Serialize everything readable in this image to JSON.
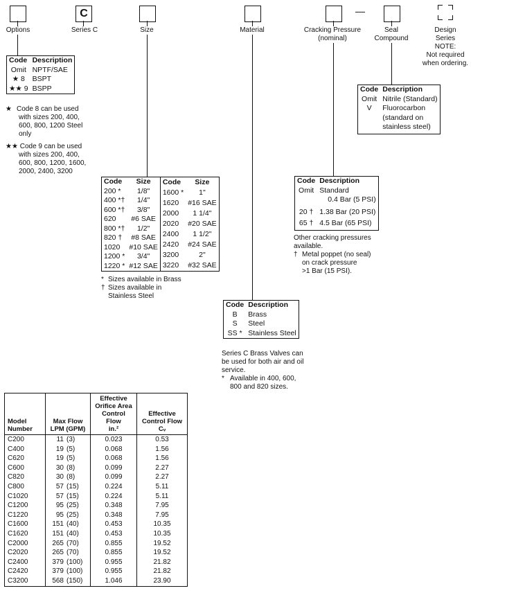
{
  "header": {
    "options_label": "Options",
    "series_label": "Series C",
    "series_value": "C",
    "size_label": "Size",
    "material_label": "Material",
    "cracking_label_1": "Cracking Pressure",
    "cracking_label_2": "(nominal)",
    "dash": "—",
    "seal_label_1": "Seal",
    "seal_label_2": "Compound",
    "design_label_1": "Design",
    "design_label_2": "Series",
    "design_note_1": "NOTE:",
    "design_note_2": "Not required",
    "design_note_3": "when ordering."
  },
  "options_table": {
    "col_code": "Code",
    "col_desc": "Description",
    "rows": [
      {
        "code": "Omit",
        "desc": "NPTF/SAE"
      },
      {
        "code": "★ 8",
        "desc": "BSPT"
      },
      {
        "code": "★★ 9",
        "desc": "BSPP"
      }
    ],
    "note1_mark": "★",
    "note1_lines": [
      "Code 8 can be used",
      "with sizes 200, 400,",
      "600, 800, 1200 Steel",
      "only"
    ],
    "note2_mark": "★★",
    "note2_lines": [
      "Code 9 can be used",
      "with sizes 200, 400,",
      "600, 800, 1200, 1600,",
      "2000, 2400, 3200"
    ]
  },
  "size_table": {
    "col_code": "Code",
    "col_size": "Size",
    "left": [
      {
        "code": "200 *",
        "size": "1/8\""
      },
      {
        "code": "400 *†",
        "size": "1/4\""
      },
      {
        "code": "600 *†",
        "size": "3/8\""
      },
      {
        "code": "620",
        "size": "#6 SAE"
      },
      {
        "code": "800 *†",
        "size": "1/2\""
      },
      {
        "code": "820 †",
        "size": "#8 SAE"
      },
      {
        "code": "1020",
        "size": "#10 SAE"
      },
      {
        "code": "1200 *",
        "size": "3/4\""
      },
      {
        "code": "1220 *",
        "size": "#12 SAE"
      }
    ],
    "right": [
      {
        "code": "1600 *",
        "size": "1\""
      },
      {
        "code": "1620",
        "size": "#16 SAE"
      },
      {
        "code": "2000",
        "size": "1 1/4\""
      },
      {
        "code": "2020",
        "size": "#20 SAE"
      },
      {
        "code": "2400",
        "size": "1 1/2\""
      },
      {
        "code": "2420",
        "size": "#24 SAE"
      },
      {
        "code": "3200",
        "size": "2\""
      },
      {
        "code": "3220",
        "size": "#32 SAE"
      }
    ],
    "note1_mark": "*",
    "note1": "Sizes available in Brass",
    "note2_mark": "†",
    "note2_line1": "Sizes available in",
    "note2_line2": "Stainless Steel"
  },
  "material_table": {
    "col_code": "Code",
    "col_desc": "Description",
    "rows": [
      {
        "code": "B",
        "desc": "Brass"
      },
      {
        "code": "S",
        "desc": "Steel"
      },
      {
        "code": "SS *",
        "desc": "Stainless Steel"
      }
    ],
    "note_lines": [
      "Series C Brass Valves can",
      "be used for both air and oil",
      "service."
    ],
    "note2_mark": "*",
    "note2_lines": [
      "Available in 400, 600,",
      "800 and 820 sizes."
    ]
  },
  "cracking_table": {
    "col_code": "Code",
    "col_desc": "Description",
    "rows": [
      {
        "code": "Omit",
        "desc": "Standard",
        "desc2": "0.4 Bar  (5 PSI)"
      },
      {
        "code": "20 †",
        "desc": "1.38 Bar (20 PSI)",
        "desc2": ""
      },
      {
        "code": "65 †",
        "desc": "4.5 Bar  (65 PSI)",
        "desc2": ""
      }
    ],
    "note_lines": [
      "Other cracking pressures",
      "available."
    ],
    "note2_mark": "†",
    "note2_lines": [
      "Metal poppet (no seal)",
      "on crack pressure",
      ">1 Bar (15 PSI)."
    ]
  },
  "seal_table": {
    "col_code": "Code",
    "col_desc": "Description",
    "rows": [
      {
        "code": "Omit",
        "desc_lines": [
          "Nitrile (Standard)"
        ]
      },
      {
        "code": "V",
        "desc_lines": [
          "Fluorocarbon",
          "(standard on",
          "stainless steel)"
        ]
      }
    ]
  },
  "flow_table": {
    "headers": {
      "model": [
        "Model",
        "Number"
      ],
      "maxflow": [
        "Max Flow",
        "LPM (GPM)"
      ],
      "orifice": [
        "Effective",
        "Orifice Area",
        "Control Flow",
        "in.²"
      ],
      "cv": [
        "Effective",
        "Control Flow",
        "Cᵥ"
      ]
    },
    "rows": [
      {
        "model": "C200",
        "lpm": "11",
        "gpm": "(3)",
        "area": "0.023",
        "cv": "0.53"
      },
      {
        "model": "C400",
        "lpm": "19",
        "gpm": "(5)",
        "area": "0.068",
        "cv": "1.56"
      },
      {
        "model": "C620",
        "lpm": "19",
        "gpm": "(5)",
        "area": "0.068",
        "cv": "1.56"
      },
      {
        "model": "C600",
        "lpm": "30",
        "gpm": "(8)",
        "area": "0.099",
        "cv": "2.27"
      },
      {
        "model": "C820",
        "lpm": "30",
        "gpm": "(8)",
        "area": "0.099",
        "cv": "2.27"
      },
      {
        "model": "C800",
        "lpm": "57",
        "gpm": "(15)",
        "area": "0.224",
        "cv": "5.11"
      },
      {
        "model": "C1020",
        "lpm": "57",
        "gpm": "(15)",
        "area": "0.224",
        "cv": "5.11"
      },
      {
        "model": "C1200",
        "lpm": "95",
        "gpm": "(25)",
        "area": "0.348",
        "cv": "7.95"
      },
      {
        "model": "C1220",
        "lpm": "95",
        "gpm": "(25)",
        "area": "0.348",
        "cv": "7.95"
      },
      {
        "model": "C1600",
        "lpm": "151",
        "gpm": "(40)",
        "area": "0.453",
        "cv": "10.35"
      },
      {
        "model": "C1620",
        "lpm": "151",
        "gpm": "(40)",
        "area": "0.453",
        "cv": "10.35"
      },
      {
        "model": "C2000",
        "lpm": "265",
        "gpm": "(70)",
        "area": "0.855",
        "cv": "19.52"
      },
      {
        "model": "C2020",
        "lpm": "265",
        "gpm": "(70)",
        "area": "0.855",
        "cv": "19.52"
      },
      {
        "model": "C2400",
        "lpm": "379",
        "gpm": "(100)",
        "area": "0.955",
        "cv": "21.82"
      },
      {
        "model": "C2420",
        "lpm": "379",
        "gpm": "(100)",
        "area": "0.955",
        "cv": "21.82"
      },
      {
        "model": "C3200",
        "lpm": "568",
        "gpm": "(150)",
        "area": "1.046",
        "cv": "23.90"
      }
    ]
  }
}
